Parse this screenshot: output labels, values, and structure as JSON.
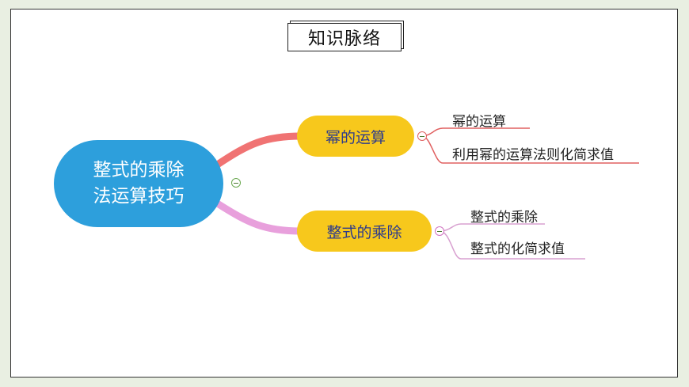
{
  "title": "知识脉络",
  "root": {
    "lines": [
      "整式的乘除",
      "法运算技巧"
    ]
  },
  "branches": [
    {
      "label": "幂的运算",
      "children": [
        "幂的运算",
        "利用幂的运算法则化简求值"
      ],
      "color": "#f07373"
    },
    {
      "label": "整式的乘除",
      "children": [
        "整式的乘除",
        "整式的化简求值"
      ],
      "color": "#e8a0dc"
    }
  ],
  "colors": {
    "root_fill": "#2d9fdc",
    "branch_fill": "#f7c81c",
    "branch_text": "#2c3a8c",
    "page_bg": "#e9efe2"
  },
  "icons": {
    "collapse": "collapse-minus-icon"
  }
}
